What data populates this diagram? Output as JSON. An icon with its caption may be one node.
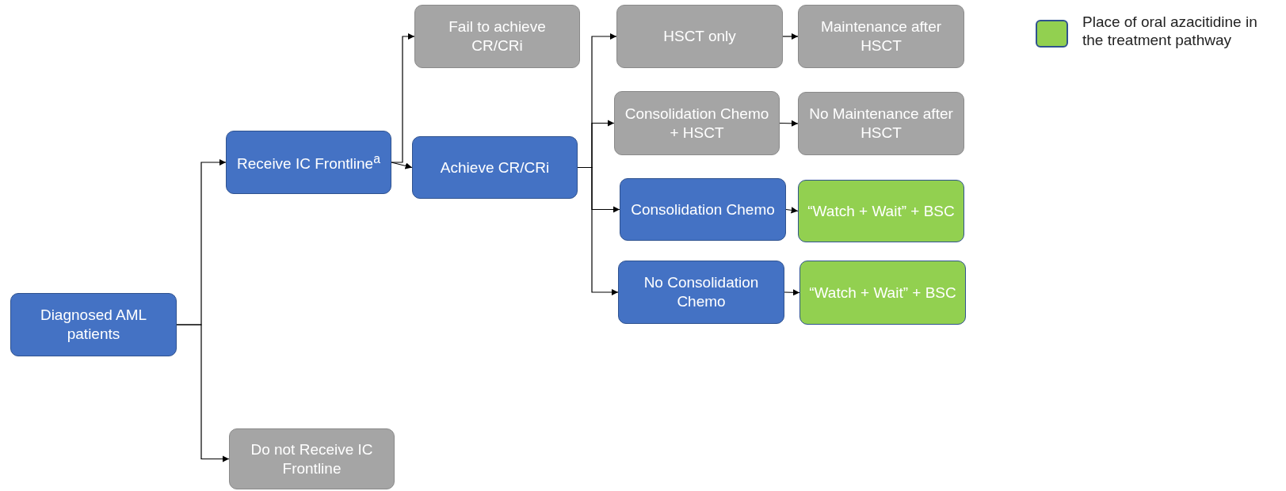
{
  "diagram": {
    "nodes": [
      {
        "text": [
          "Diagnosed AML patients"
        ]
      },
      {
        "text": [
          "Receive IC Frontline$^{a}$"
        ]
      },
      {
        "text": [
          "Do not Receive IC Frontline"
        ]
      },
      {
        "text": [
          "Fail to achieve CR/CRi"
        ]
      },
      {
        "text": [
          "Achieve CR/CRi"
        ]
      },
      {
        "text": [
          "HSCT only"
        ]
      },
      {
        "text": [
          "Maintenance after HSCT"
        ]
      },
      {
        "text": [
          "Consolidation Chemo + HSCT"
        ]
      },
      {
        "text": [
          "No Maintenance after HSCT"
        ]
      },
      {
        "text": [
          "Consolidation Chemo"
        ]
      },
      {
        "text": [
          "“Watch + Wait” + BSC"
        ]
      },
      {
        "text": [
          "No Consolidation Chemo"
        ]
      },
      {
        "text": [
          "“Watch + Wait” + BSC"
        ]
      }
    ],
    "edges": [
      {
        "from": 0,
        "to": 1,
        "arrow": "to"
      },
      {
        "from": 0,
        "to": 2,
        "arrow": "to"
      },
      {
        "from": 1,
        "to": 3,
        "arrow": "to"
      },
      {
        "from": 1,
        "to": 4,
        "arrow": "to"
      },
      {
        "from": 4,
        "to": 5,
        "arrow": "to"
      },
      {
        "from": 4,
        "to": 7,
        "arrow": "to"
      },
      {
        "from": 4,
        "to": 9,
        "arrow": "to"
      },
      {
        "from": 4,
        "to": 11,
        "arrow": "to"
      },
      {
        "from": 5,
        "to": 6,
        "arrow": "to"
      },
      {
        "from": 7,
        "to": 8,
        "arrow": "to"
      },
      {
        "from": 9,
        "to": 10,
        "arrow": "to"
      },
      {
        "from": 11,
        "to": 12,
        "arrow": "to"
      }
    ],
    "legend": [
      {
        "text": "Place of oral azacitidine in the treatment pathway",
        "color": "#92d050"
      }
    ]
  }
}
